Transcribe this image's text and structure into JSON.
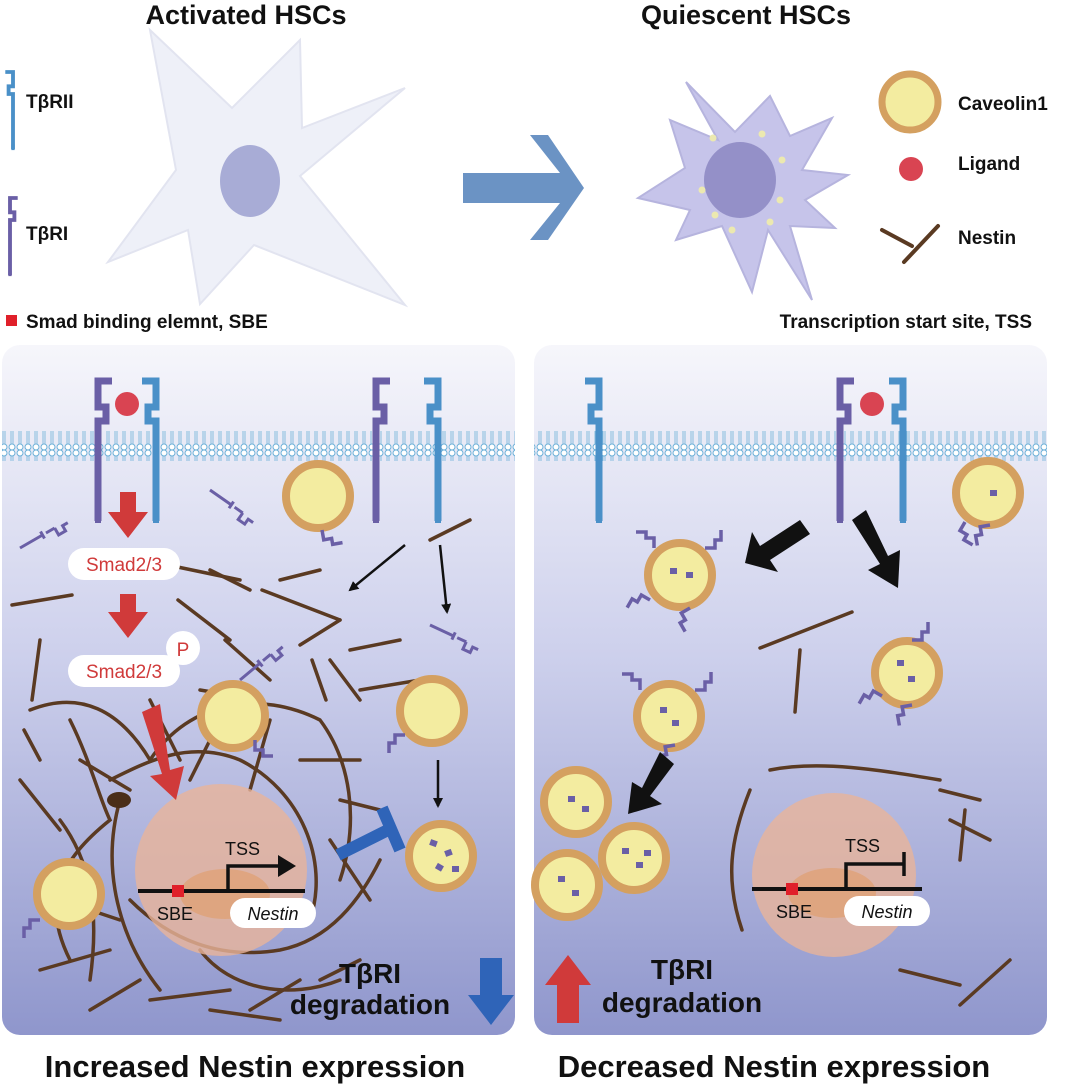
{
  "titles": {
    "activated": "Activated HSCs",
    "quiescent": "Quiescent HSCs"
  },
  "legend": {
    "tbrii": "TβRII",
    "tbri": "TβRI",
    "caveolin1": "Caveolin1",
    "ligand": "Ligand",
    "nestin": "Nestin",
    "sbe": "Smad binding elemnt, SBE",
    "tss": "Transcription start site, TSS"
  },
  "left_panel": {
    "smad1": "Smad2/3",
    "smad2": "Smad2/3",
    "phospho": "P",
    "tss": "TSS",
    "sbe": "SBE",
    "gene": "Nestin",
    "degradation_line1": "TβRI",
    "degradation_line2": "degradation",
    "caption": "Increased Nestin expression"
  },
  "right_panel": {
    "tss": "TSS",
    "sbe": "SBE",
    "gene": "Nestin",
    "degradation_line1": "TβRI",
    "degradation_line2": "degradation",
    "caption": "Decreased Nestin expression"
  },
  "colors": {
    "tbrii": "#4a90c8",
    "tbri": "#6a5fa6",
    "ligand": "#d94452",
    "nestin": "#5a3a22",
    "caveolin_ring": "#d4a060",
    "caveolin_fill": "#f3eca0",
    "red_arrow": "#d03a3a",
    "blue_arrow": "#2f64b8"
  }
}
